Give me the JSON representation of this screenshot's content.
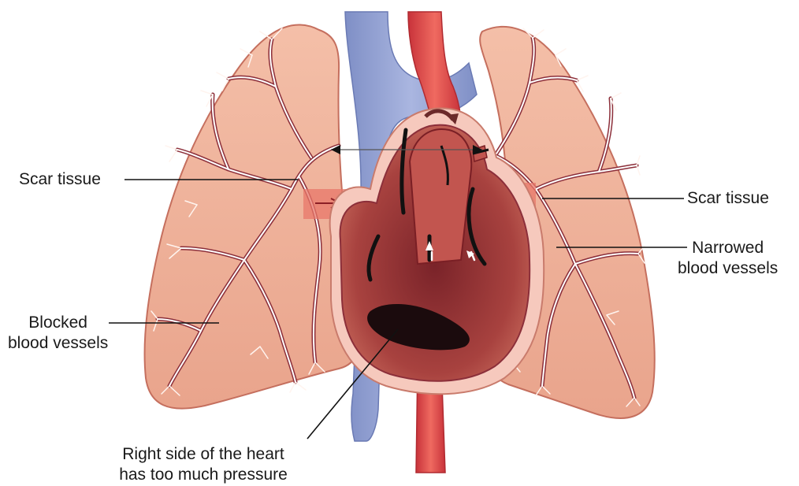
{
  "labels": {
    "scar_left": "Scar tissue",
    "scar_right": "Scar tissue",
    "narrowed_line1": "Narrowed",
    "narrowed_line2": "blood vessels",
    "blocked_line1": "Blocked",
    "blocked_line2": "blood vessels",
    "pressure_line1": "Right side of the heart",
    "pressure_line2": "has too much pressure"
  },
  "colors": {
    "lung_fill": "#f0b29a",
    "lung_edge": "#c56f5e",
    "vessel_dark": "#8c2f3a",
    "vessel_light": "#ffffff",
    "vena_cava": "#8f9fd0",
    "aorta": "#d9484c",
    "heart": "#a33a3d",
    "heart_inner": "#6e1e25",
    "pericardium": "#f6c9bd"
  }
}
